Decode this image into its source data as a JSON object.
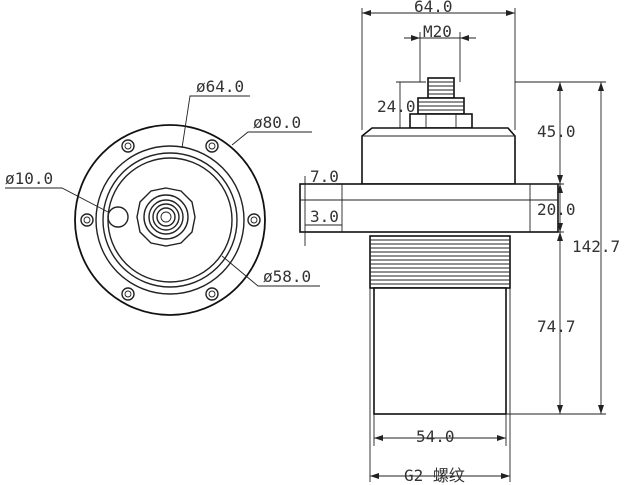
{
  "colors": {
    "line": "#222222",
    "text": "#333333",
    "background": "#ffffff"
  },
  "labels": {
    "dia64": "ø64.0",
    "dia80": "ø80.0",
    "dia10": "ø10.0",
    "dia58": "ø58.0",
    "width64": "64.0",
    "m20": "M20",
    "h24": "24.0",
    "h45": "45.0",
    "h7": "7.0",
    "h3": "3.0",
    "h20": "20.0",
    "h142": "142.7",
    "h74": "74.7",
    "w54": "54.0",
    "thread": "G2 螺纹"
  }
}
